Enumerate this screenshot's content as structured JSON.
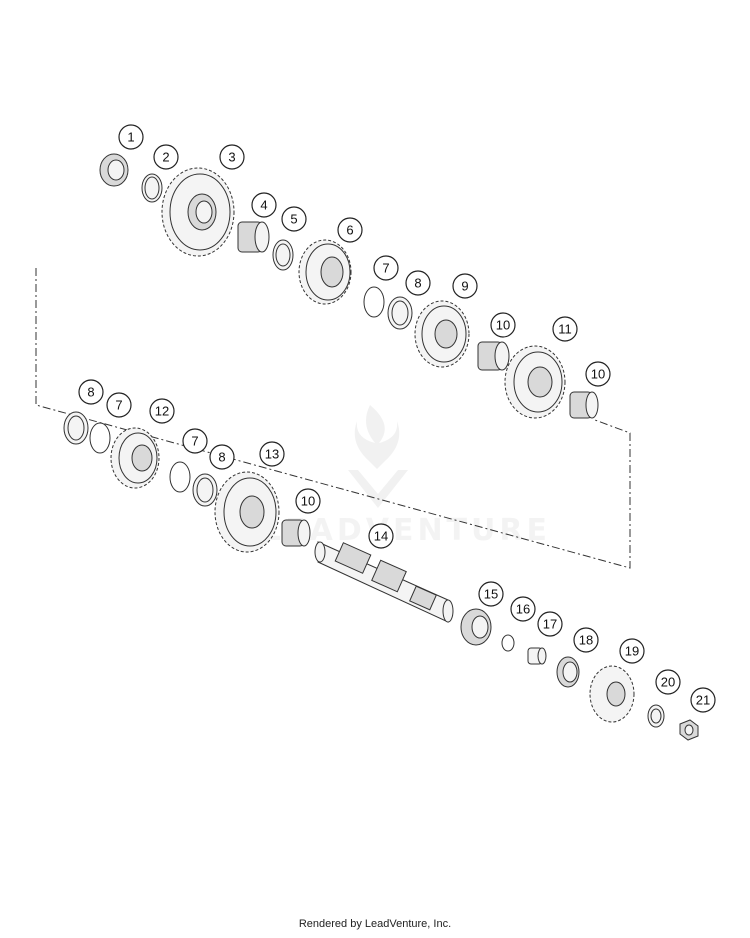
{
  "callouts": [
    "1",
    "2",
    "3",
    "4",
    "5",
    "6",
    "7",
    "8",
    "9",
    "10",
    "11",
    "8",
    "7",
    "12",
    "7",
    "8",
    "13",
    "10",
    "14",
    "15",
    "16",
    "17",
    "18",
    "19",
    "20",
    "21",
    "10"
  ],
  "watermark": "LEADVENTURE",
  "footer": "Rendered by LeadVenture, Inc."
}
